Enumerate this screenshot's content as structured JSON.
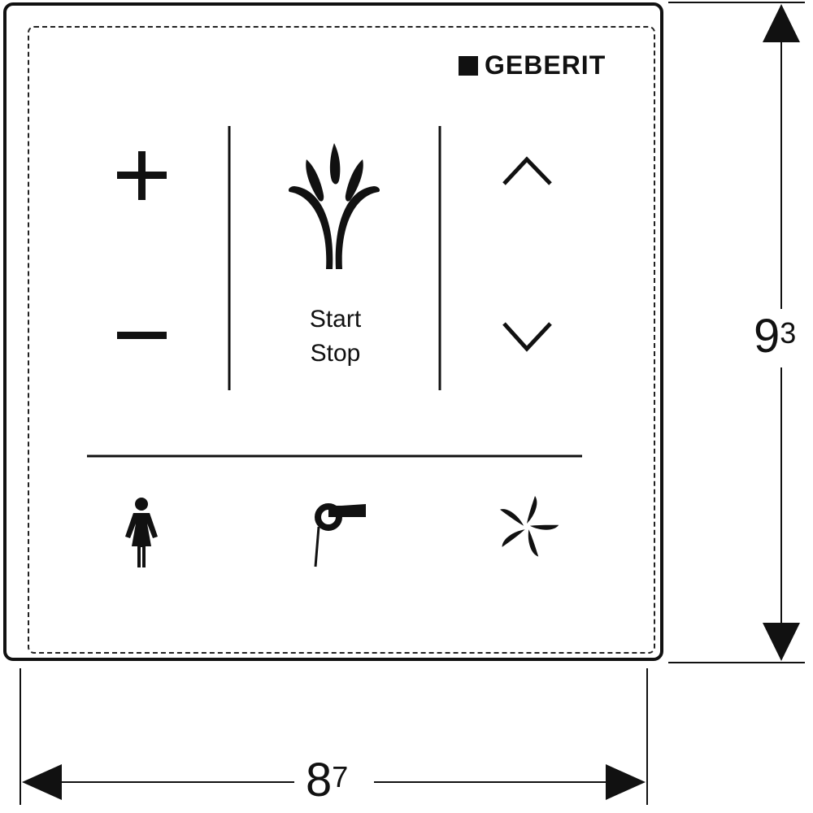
{
  "brand": {
    "name": "GEBERIT"
  },
  "controls": {
    "plus_icon": "plus-icon",
    "minus_icon": "minus-icon",
    "spray_icon": "spray-icon",
    "start_label": "Start",
    "stop_label": "Stop",
    "up_icon": "chevron-up-icon",
    "down_icon": "chevron-down-icon",
    "lady_icon": "lady-shower-icon",
    "dryer_icon": "dryer-icon",
    "fan_icon": "fan-icon"
  },
  "dimensions": {
    "height": {
      "main": "9",
      "sup": "3"
    },
    "width": {
      "main": "8",
      "sup": "7"
    }
  },
  "colors": {
    "line": "#111111",
    "background": "#ffffff"
  }
}
